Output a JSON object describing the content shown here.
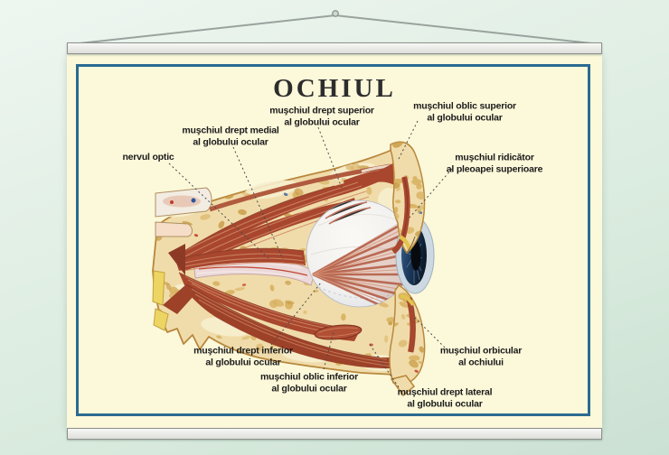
{
  "poster": {
    "title": "OCHIUL",
    "labels": [
      {
        "id": "drept-superior",
        "line1": "muşchiul drept superior",
        "line2": "al globului ocular"
      },
      {
        "id": "oblic-superior",
        "line1": "muşchiul oblic superior",
        "line2": "al globului ocular"
      },
      {
        "id": "drept-medial",
        "line1": "muşchiul drept medial",
        "line2": "al globului ocular"
      },
      {
        "id": "nervul-optic",
        "line1": "nervul optic"
      },
      {
        "id": "ridicator",
        "line1": "muşchiul ridicător",
        "line2": "al pleoapei superioare"
      },
      {
        "id": "drept-inferior",
        "line1": "muşchiul drept inferior",
        "line2": "al globului ocular"
      },
      {
        "id": "oblic-inferior",
        "line1": "muşchiul oblic inferior",
        "line2": "al globului ocular"
      },
      {
        "id": "orbicular",
        "line1": "muşchiul orbicular",
        "line2": "al ochiului"
      },
      {
        "id": "drept-lateral",
        "line1": "muşchiul drept lateral",
        "line2": "al globului ocular"
      }
    ],
    "colors": {
      "wall_top": "#eef6f0",
      "wall_bottom": "#cbe1d3",
      "poster_bg": "#fcf8da",
      "frame": "#2b6b90",
      "rail": "#f1f1ef",
      "rail_border": "#8d928e",
      "string": "#9aa29e",
      "title_text": "#2d2d2d",
      "label_text": "#1b1b1b",
      "leader_line": "#4a4a4a",
      "bone_base": "#f0dcaa",
      "bone_speckle": "#d8b161",
      "bone_outline": "#b8873c",
      "muscle": "#a8462e",
      "muscle_highlight": "#d18a66",
      "muscle_shadow": "#8a3a26",
      "optic_nerve": "#ecdada",
      "eyeball": "#f8f6f2",
      "eyeball_shade": "#ccd4e0",
      "iris": "#1e3c5e",
      "pupil": "#070b10",
      "vessel_red": "#bf3a28",
      "vessel_blue": "#2c55a0",
      "tarsus_yellow": "#e2c44d",
      "marrow_yellow": "#edd564"
    }
  }
}
